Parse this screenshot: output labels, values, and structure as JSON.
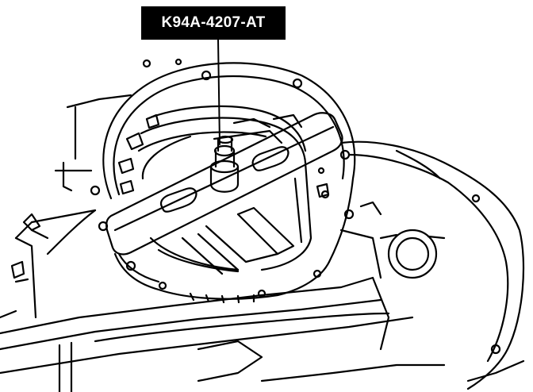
{
  "figure": {
    "callout_label": "K94A-4207-AT"
  },
  "colors": {
    "ink": "#000000",
    "paper": "#ffffff",
    "label_background": "#000000",
    "label_text": "#ffffff"
  },
  "icons": [
    "leader-line",
    "holding-tool",
    "transaxle-case"
  ]
}
